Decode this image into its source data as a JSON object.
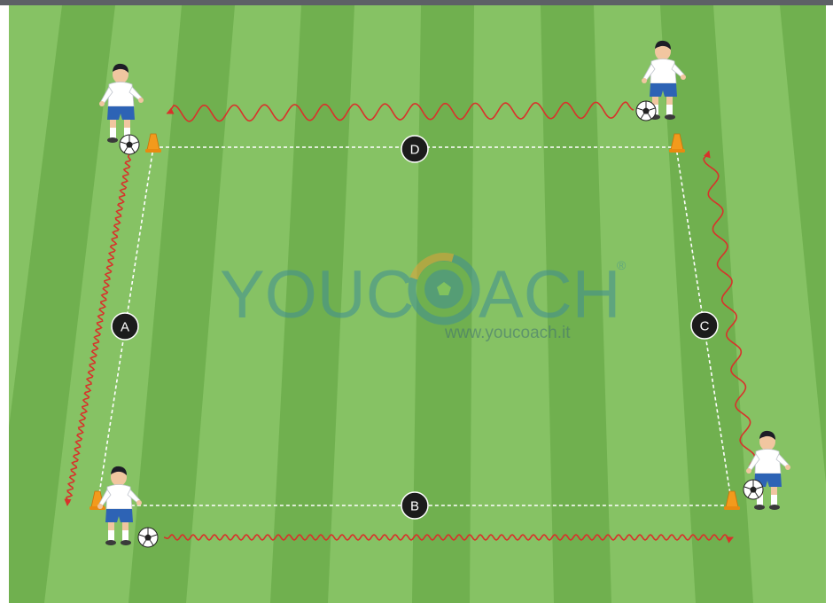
{
  "watermark": {
    "brand_left": "YOUC",
    "brand_right": "ACH",
    "registered": "®",
    "url": "www.youcoach.it"
  },
  "markers": {
    "a": "A",
    "b": "B",
    "c": "C",
    "d": "D"
  },
  "colors": {
    "grass_light": "#86c264",
    "grass_dark": "#70b04f",
    "path_red": "#d8322b",
    "marker_fill": "#1c1c1c",
    "cone_orange": "#f39a1c",
    "shirt": "#ffffff",
    "shorts": "#2d63b5",
    "watermark_teal": "#3f8f95"
  },
  "icons": [
    "cone-icon",
    "ball-icon",
    "player-icon",
    "arrowhead-icon"
  ]
}
